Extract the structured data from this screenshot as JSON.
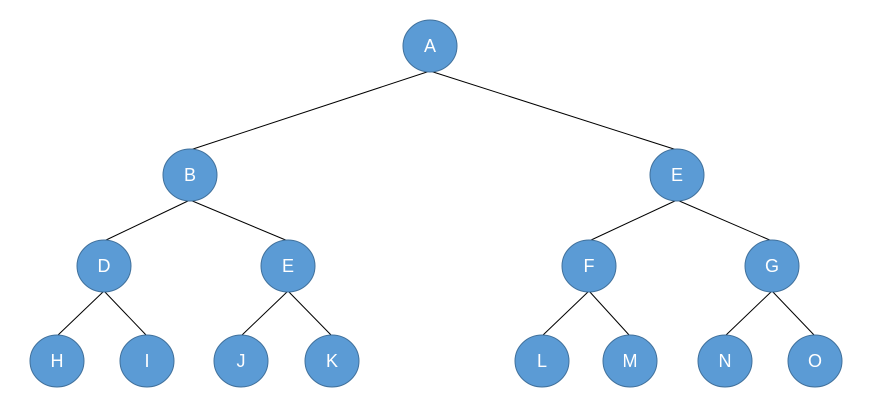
{
  "colors": {
    "node_fill": "#5b9bd5",
    "node_stroke": "#41719c",
    "label": "#ffffff",
    "edge": "#000000"
  },
  "nodes": [
    {
      "id": "n-a",
      "label": "A"
    },
    {
      "id": "n-b",
      "label": "B"
    },
    {
      "id": "n-e-right",
      "label": "E"
    },
    {
      "id": "n-d",
      "label": "D"
    },
    {
      "id": "n-e-left",
      "label": "E"
    },
    {
      "id": "n-f",
      "label": "F"
    },
    {
      "id": "n-g",
      "label": "G"
    },
    {
      "id": "n-h",
      "label": "H"
    },
    {
      "id": "n-i",
      "label": "I"
    },
    {
      "id": "n-j",
      "label": "J"
    },
    {
      "id": "n-k",
      "label": "K"
    },
    {
      "id": "n-l",
      "label": "L"
    },
    {
      "id": "n-m",
      "label": "M"
    },
    {
      "id": "n-n",
      "label": "N"
    },
    {
      "id": "n-o",
      "label": "O"
    }
  ],
  "edges": [
    {
      "from": "n-a",
      "to": "n-b"
    },
    {
      "from": "n-a",
      "to": "n-e-right"
    },
    {
      "from": "n-b",
      "to": "n-d"
    },
    {
      "from": "n-b",
      "to": "n-e-left"
    },
    {
      "from": "n-e-right",
      "to": "n-f"
    },
    {
      "from": "n-e-right",
      "to": "n-g"
    },
    {
      "from": "n-d",
      "to": "n-h"
    },
    {
      "from": "n-d",
      "to": "n-i"
    },
    {
      "from": "n-e-left",
      "to": "n-j"
    },
    {
      "from": "n-e-left",
      "to": "n-k"
    },
    {
      "from": "n-f",
      "to": "n-l"
    },
    {
      "from": "n-f",
      "to": "n-m"
    },
    {
      "from": "n-g",
      "to": "n-n"
    },
    {
      "from": "n-g",
      "to": "n-o"
    }
  ]
}
